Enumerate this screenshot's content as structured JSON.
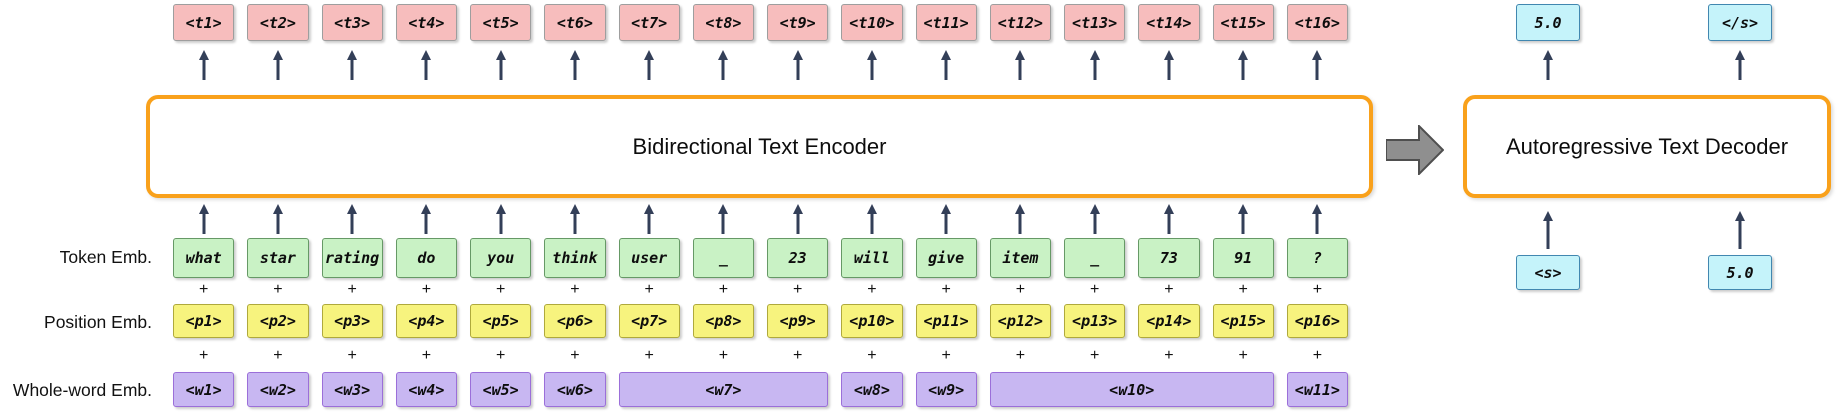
{
  "colors": {
    "accent_orange": "#F9A11B",
    "token_pink": "#F7BDBD",
    "emb_green": "#C9F2C5",
    "pos_yellow": "#F7F37E",
    "word_purple": "#C8B7F2",
    "io_cyan": "#C5F3FA",
    "arrow_navy": "#333F58"
  },
  "plus": "+",
  "encoder": {
    "title": "Bidirectional Text Encoder",
    "output_tokens": [
      "<t1>",
      "<t2>",
      "<t3>",
      "<t4>",
      "<t5>",
      "<t6>",
      "<t7>",
      "<t8>",
      "<t9>",
      "<t10>",
      "<t11>",
      "<t12>",
      "<t13>",
      "<t14>",
      "<t15>",
      "<t16>"
    ]
  },
  "embeddings": {
    "token": {
      "label": "Token Emb.",
      "values": [
        "what",
        "star",
        "rating",
        "do",
        "you",
        "think",
        "user",
        "_",
        "23",
        "will",
        "give",
        "item",
        "_",
        "73",
        "91",
        "?"
      ]
    },
    "position": {
      "label": "Position Emb.",
      "values": [
        "<p1>",
        "<p2>",
        "<p3>",
        "<p4>",
        "<p5>",
        "<p6>",
        "<p7>",
        "<p8>",
        "<p9>",
        "<p10>",
        "<p11>",
        "<p12>",
        "<p13>",
        "<p14>",
        "<p15>",
        "<p16>"
      ]
    },
    "whole_word": {
      "label": "Whole-word Emb.",
      "values": [
        {
          "text": "<w1>",
          "span": 1
        },
        {
          "text": "<w2>",
          "span": 1
        },
        {
          "text": "<w3>",
          "span": 1
        },
        {
          "text": "<w4>",
          "span": 1
        },
        {
          "text": "<w5>",
          "span": 1
        },
        {
          "text": "<w6>",
          "span": 1
        },
        {
          "text": "<w7>",
          "span": 3
        },
        {
          "text": "<w8>",
          "span": 1
        },
        {
          "text": "<w9>",
          "span": 1
        },
        {
          "text": "<w10>",
          "span": 4
        },
        {
          "text": "<w11>",
          "span": 1
        }
      ]
    }
  },
  "decoder": {
    "title": "Autoregressive Text Decoder",
    "outputs": [
      "5.0",
      "</s>"
    ],
    "inputs": [
      "<s>",
      "5.0"
    ]
  }
}
